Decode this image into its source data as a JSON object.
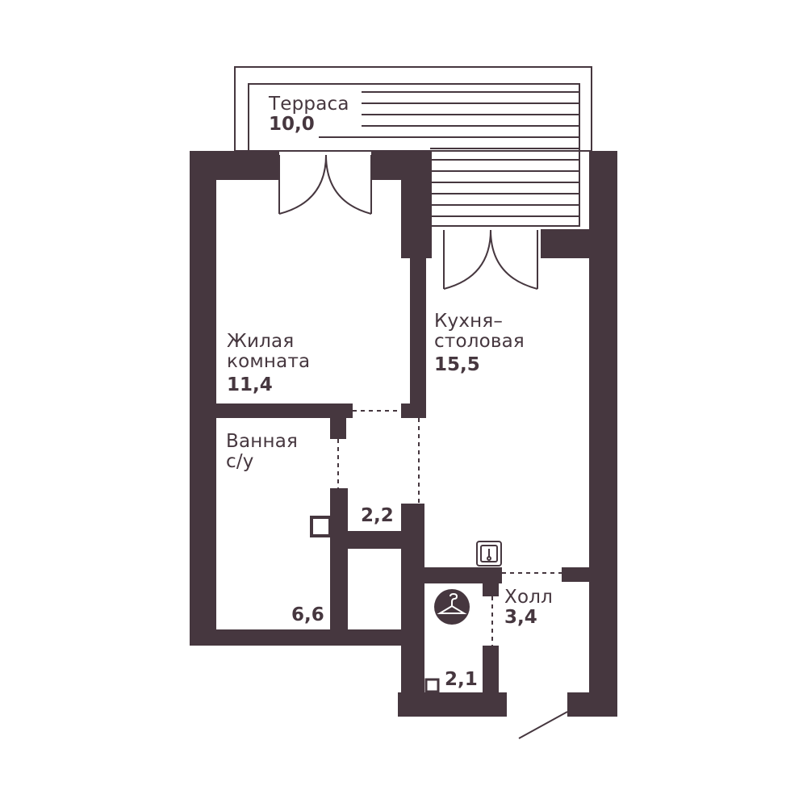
{
  "colors": {
    "wall": "#46373f",
    "line": "#46373f",
    "background": "#ffffff"
  },
  "rooms": {
    "terrace": {
      "name": "Терраса",
      "area": "10,0"
    },
    "living": {
      "name_line1": "Жилая",
      "name_line2": "комната",
      "area": "11,4"
    },
    "kitchen": {
      "name_line1": "Кухня–",
      "name_line2": "столовая",
      "area": "15,5"
    },
    "bathroom": {
      "name_line1": "Ванная",
      "name_line2": "с/у",
      "area": "6,6"
    },
    "corridor": {
      "area": "2,2"
    },
    "hall": {
      "name": "Холл",
      "area": "3,4"
    },
    "wardrobe": {
      "area": "2,1"
    }
  },
  "icons": {
    "wardrobe": "hanger-icon",
    "sink": "sink-icon",
    "shower": "shower-drain-icon"
  }
}
